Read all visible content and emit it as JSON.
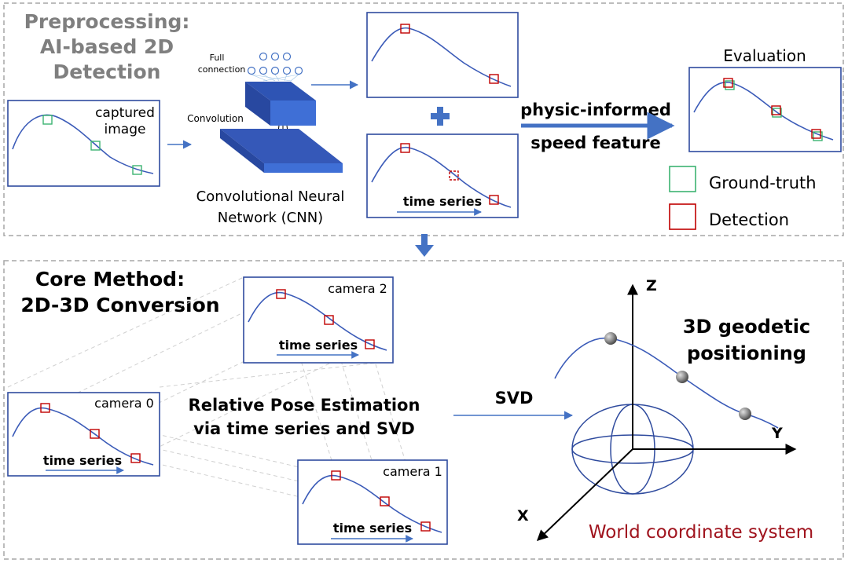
{
  "preprocessing": {
    "title_line1": "Preprocessing:",
    "title_line2": "AI-based 2D",
    "title_line3": "Detection",
    "captured_line1": "captured",
    "captured_line2": "image",
    "full_line1": "Full",
    "full_line2": "connection",
    "convolution": "Convolution",
    "cnn_line1": "Convolutional Neural",
    "cnn_line2": "Network (CNN)",
    "time_series": "time series",
    "physic_line1": "physic-informed",
    "physic_line2": "speed feature",
    "evaluation": "Evaluation",
    "legend_ground_truth": "Ground-truth",
    "legend_detection": "Detection"
  },
  "core": {
    "title_line1": "Core Method:",
    "title_line2": "2D-3D Conversion",
    "camera0": "camera 0",
    "camera1": "camera 1",
    "camera2": "camera 2",
    "time_series": "time series",
    "rpe_line1": "Relative Pose Estimation",
    "rpe_line2": "via time series and SVD",
    "svd": "SVD",
    "geo_line1": "3D geodetic",
    "geo_line2": "positioning",
    "axis_z": "Z",
    "axis_y": "Y",
    "axis_x": "X",
    "world": "World coordinate system"
  },
  "colors": {
    "frame_blue": "#2f4b9e",
    "curve_blue": "#3b5bb8",
    "arrow_blue": "#4472c4",
    "detection_red": "#c00000",
    "ground_truth_green": "#3cb371",
    "dash_gray": "#a6a6a6",
    "title_gray": "#7f7f7f",
    "world_red": "#a0141e"
  }
}
